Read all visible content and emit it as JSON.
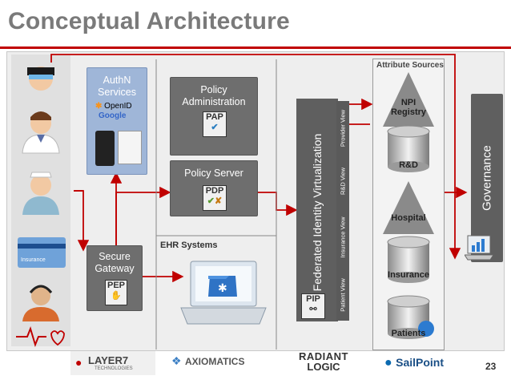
{
  "title": "Conceptual Architecture",
  "authn": {
    "label": "AuthN\nServices",
    "openid": "OpenID",
    "google": "Google"
  },
  "policy_admin": {
    "label": "Policy\nAdministration",
    "tag": "PAP"
  },
  "policy_server": {
    "label": "Policy Server",
    "tag": "PDP"
  },
  "gateway": {
    "label": "Secure\nGateway",
    "tag": "PEP"
  },
  "ehr": {
    "label": "EHR Systems"
  },
  "fiv": {
    "label": "Federated Identity Virtualization",
    "tag": "PIP",
    "views": [
      "Provider View",
      "R&D View",
      "Insurance View",
      "Patient View"
    ]
  },
  "attr": {
    "label": "Attribute Sources",
    "sources": [
      "NPI\nRegistry",
      "R&D",
      "Hospital",
      "Insurance",
      "Patients"
    ]
  },
  "governance": {
    "label": "Governance"
  },
  "logos": [
    "LAYER7",
    "TECHNOLOGIES",
    "AXIOMATICS",
    "RADIANT",
    "LOGIC",
    "SailPoint"
  ],
  "page_number": "23",
  "colors": {
    "accent": "#c00000",
    "box": "#6e6e6e",
    "authn_bg": "#9fb6d8"
  }
}
